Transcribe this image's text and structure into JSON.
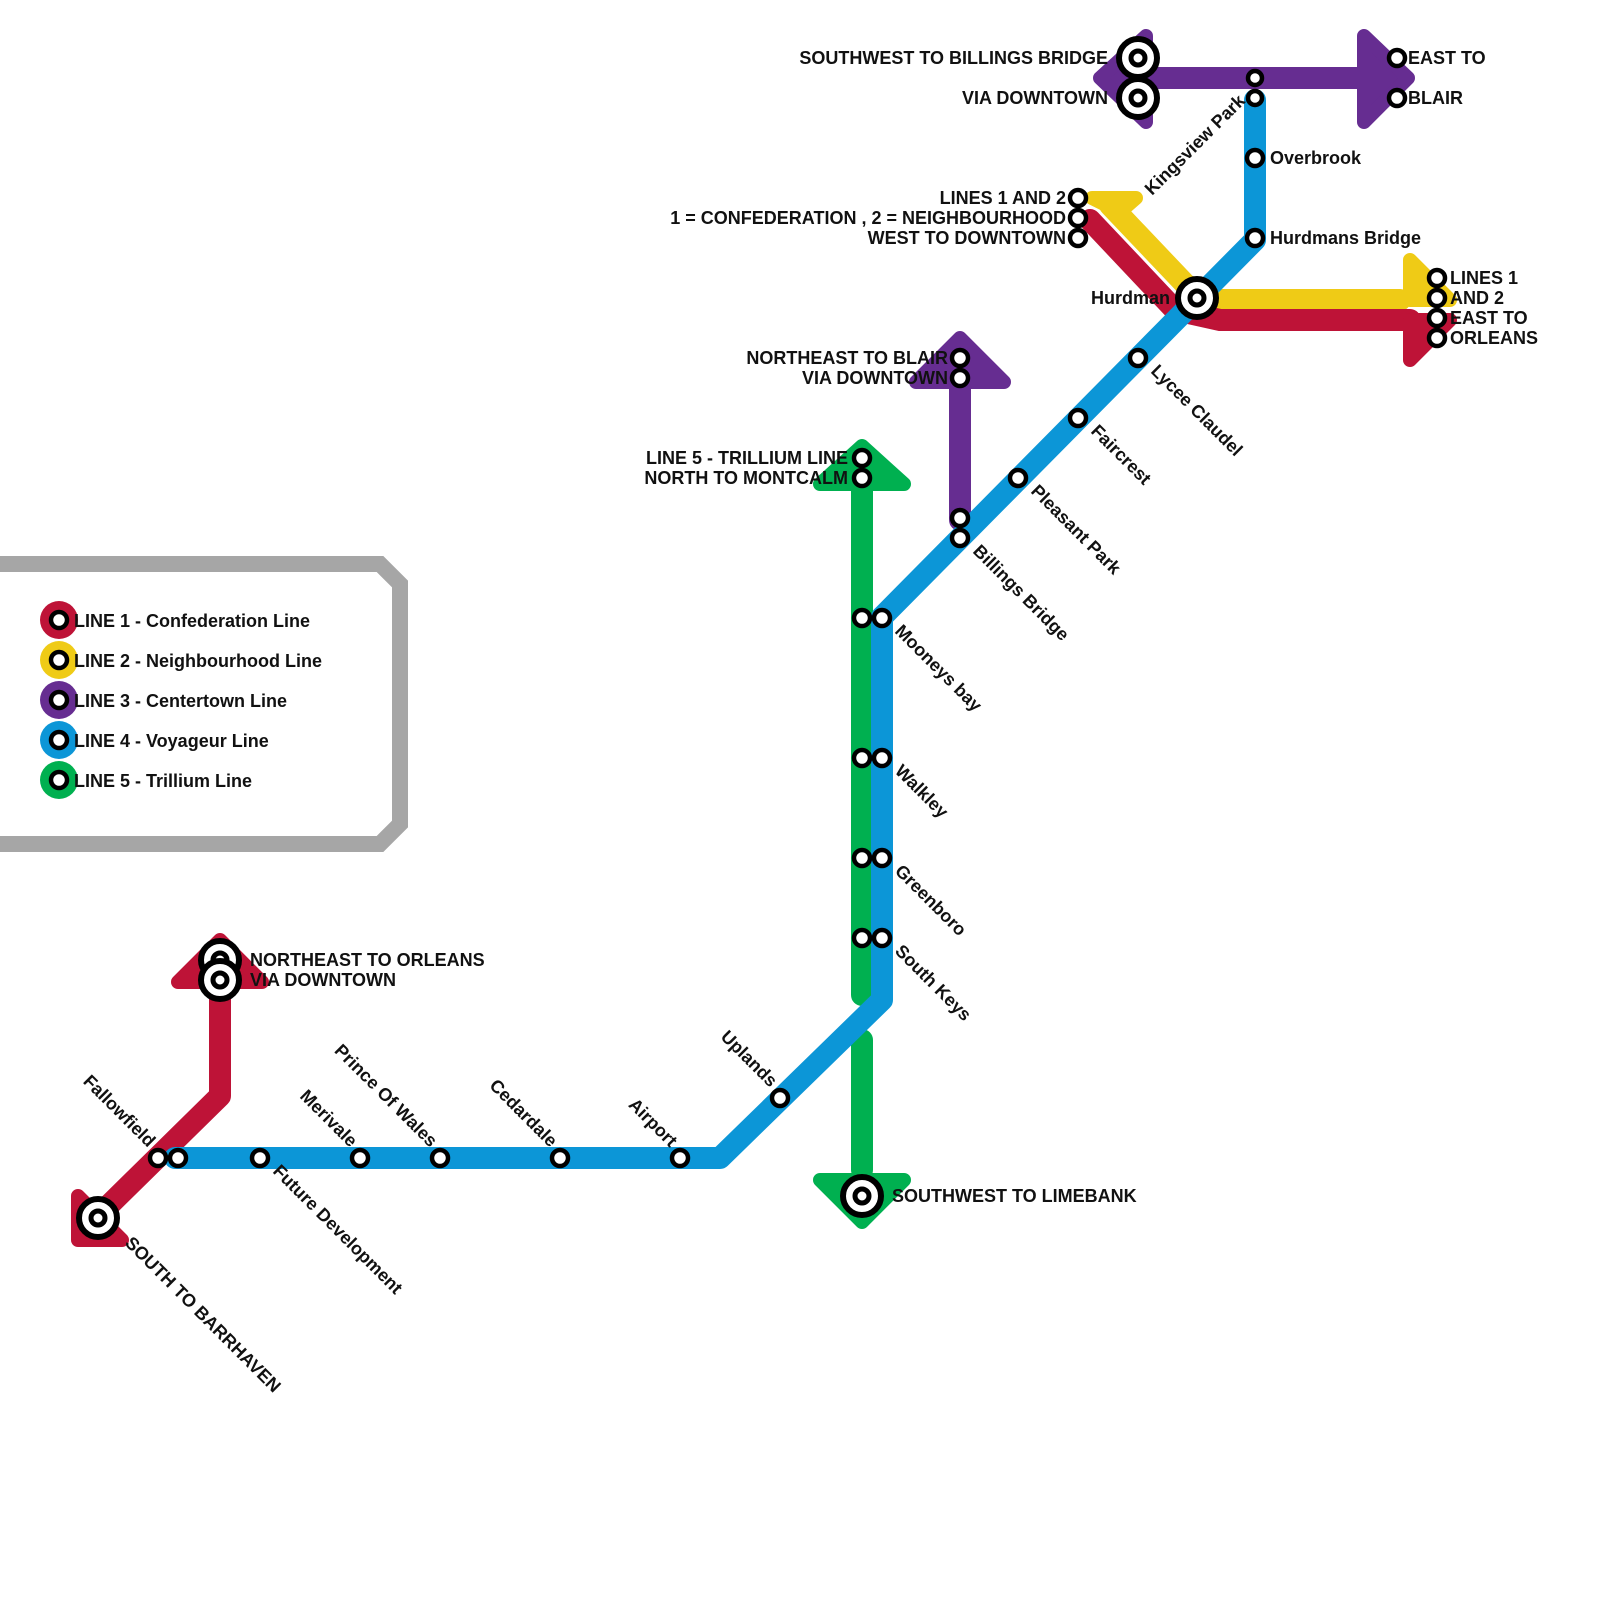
{
  "colors": {
    "line1": "#BE1337",
    "line2": "#EFCB16",
    "line3": "#662D91",
    "line4": "#0C96D7",
    "line5": "#00B050",
    "legend_border": "#A6A6A6"
  },
  "legend": {
    "items": [
      {
        "line": "line1",
        "label": "LINE 1 - Confederation Line"
      },
      {
        "line": "line2",
        "label": "LINE 2 - Neighbourhood Line"
      },
      {
        "line": "line3",
        "label": "LINE 3 - Centertown Line"
      },
      {
        "line": "line4",
        "label": "LINE 4 - Voyageur Line"
      },
      {
        "line": "line5",
        "label": "LINE 5 - Trillium Line"
      }
    ]
  },
  "terminals": {
    "line3_west": [
      "SOUTHWEST TO BILLINGS BRIDGE",
      "VIA DOWNTOWN"
    ],
    "line3_east": [
      "EAST TO",
      "BLAIR"
    ],
    "lines12_west": [
      "LINES 1  AND 2",
      "1 = CONFEDERATION , 2 = NEIGHBOURHOOD",
      "WEST TO DOWNTOWN"
    ],
    "lines12_east": [
      "LINES 1",
      "AND 2",
      "EAST TO",
      "ORLEANS"
    ],
    "line3_south": [
      "NORTHEAST TO BLAIR",
      "VIA DOWNTOWN"
    ],
    "line5_north": [
      "LINE 5 - TRILLIUM LINE",
      "NORTH TO MONTCALM"
    ],
    "line5_south": [
      "SOUTHWEST TO LIMEBANK"
    ],
    "line1_north": [
      "NORTHEAST TO ORLEANS",
      "VIA DOWNTOWN"
    ],
    "line1_south": [
      "SOUTH TO BARRHAVEN"
    ]
  },
  "stations": {
    "kingsview_park": "Kingsview Park",
    "overbrook": "Overbrook",
    "hurdmans_bridge": "Hurdmans Bridge",
    "hurdman": "Hurdman",
    "lycee_claudel": "Lycee Claudel",
    "faircrest": "Faircrest",
    "pleasant_park": "Pleasant Park",
    "billings_bridge": "Billings Bridge",
    "mooneys_bay": "Mooneys bay",
    "walkley": "Walkley",
    "greenboro": "Greenboro",
    "south_keys": "South Keys",
    "uplands": "Uplands",
    "airport": "Airport",
    "cedardale": "Cedardale",
    "prince_of_wales": "Prince Of Wales",
    "merivale": "Merivale",
    "future_development": "Future Development",
    "fallowfield": "Fallowfield"
  }
}
